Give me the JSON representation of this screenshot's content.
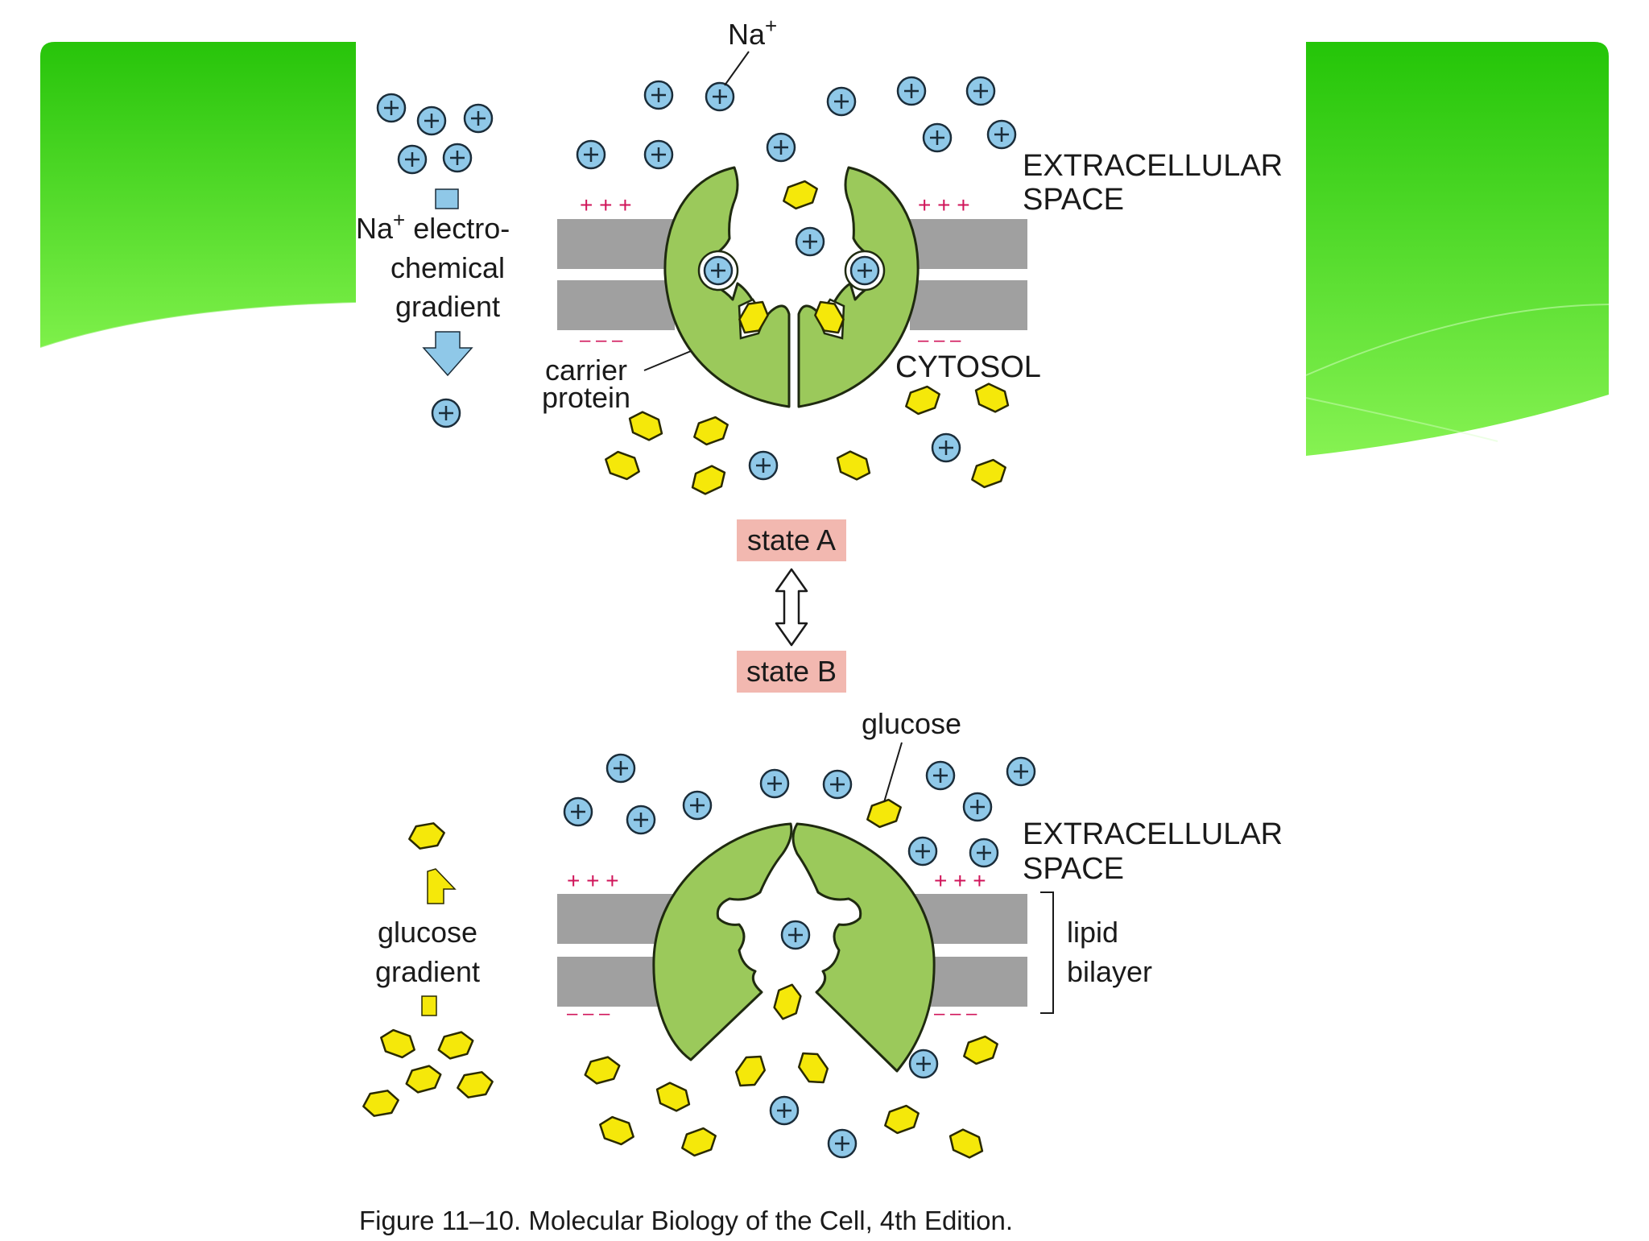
{
  "diagram": {
    "top_panel": {
      "na_label_main": "Na",
      "na_label_sup": "+",
      "extracellular_line1": "EXTRACELLULAR",
      "extracellular_line2": "SPACE",
      "gradient_na": "Na",
      "gradient_sup": "+",
      "gradient_line1_rest": " electro-",
      "gradient_line2": "chemical",
      "gradient_line3": "gradient",
      "carrier_line1": "carrier",
      "carrier_line2": "protein",
      "cytosol": "CYTOSOL",
      "membrane_plus": "+  +  +",
      "membrane_minus": "–  –  –"
    },
    "state_a": "state A",
    "state_b": "state B",
    "bottom_panel": {
      "glucose_label": "glucose",
      "extracellular_line1": "EXTRACELLULAR",
      "extracellular_line2": "SPACE",
      "glucose_gradient_line1": "glucose",
      "glucose_gradient_line2": "gradient",
      "lipid_line1": "lipid",
      "lipid_line2": "bilayer",
      "membrane_plus": "+  +  +",
      "membrane_minus": "–  –  –"
    },
    "caption": "Figure 11–10. Molecular Biology of the Cell, 4th Edition.",
    "colors": {
      "protein": "#9bc95b",
      "membrane": "#a0a0a0",
      "sodium": "#8fc8e8",
      "glucose": "#f5e80a",
      "state_label_bg": "#f2b8b0",
      "slide_green_top": "#27c40a",
      "slide_green_bottom": "#7ef04a"
    }
  }
}
